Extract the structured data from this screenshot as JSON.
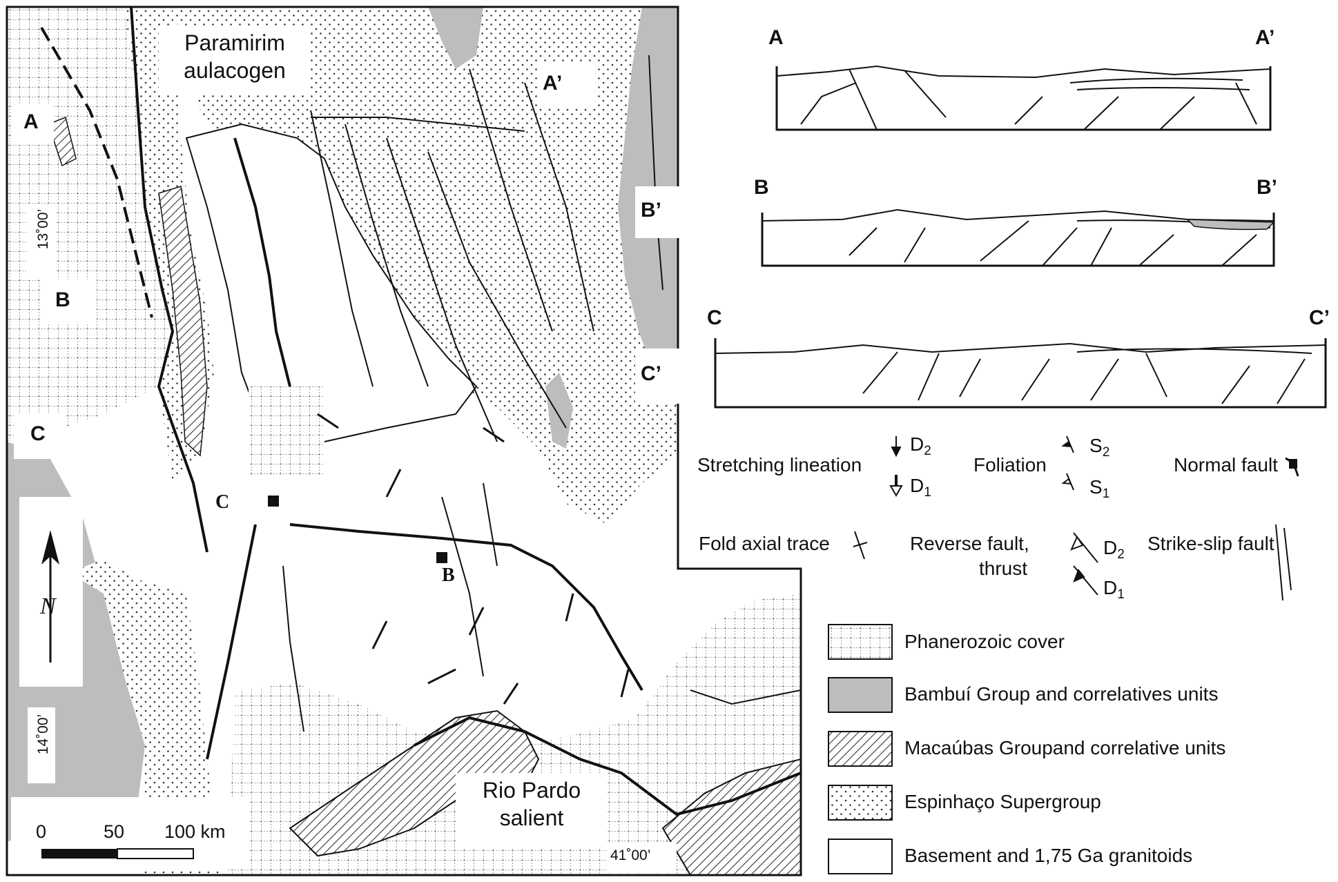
{
  "map": {
    "regions": {
      "paramirim": [
        "Paramirim",
        "aulacogen"
      ],
      "rio_pardo": [
        "Rio Pardo",
        "salient"
      ]
    },
    "section_ends": {
      "a": "A",
      "a_prime": "A’",
      "b": "B",
      "b_prime": "B’",
      "c": "C",
      "c_prime": "C’"
    },
    "sites": {
      "c": "C",
      "b": "B"
    },
    "coordinates": {
      "lat_13": "13˚00’",
      "lat_14": "14˚00’",
      "lon_41": "41˚00’"
    },
    "north_arrow": "N",
    "scale_bar": {
      "zero": "0",
      "mid": "50",
      "max": "100 km"
    }
  },
  "sections": [
    {
      "left": "A",
      "right": "A’"
    },
    {
      "left": "B",
      "right": "B’"
    },
    {
      "left": "C",
      "right": "C’"
    }
  ],
  "legend": {
    "stretching_lineation": "Stretching lineation",
    "d2": "D",
    "d2_sub": "2",
    "d1": "D",
    "d1_sub": "1",
    "foliation": "Foliation",
    "s2": "S",
    "s2_sub": "2",
    "s1": "S",
    "s1_sub": "1",
    "normal_fault": "Normal fault",
    "fold_axial_trace": "Fold axial trace",
    "reverse_fault_1": "Reverse fault,",
    "reverse_fault_2": "thrust",
    "rd2": "D",
    "rd2_sub": "2",
    "rd1": "D",
    "rd1_sub": "1",
    "strike_slip_fault": "Strike-slip fault",
    "units": [
      "Phanerozoic cover",
      "Bambuí Group and correlatives units",
      "Macaúbas Groupand correlative units",
      "Espinhaço Supergroup",
      "Basement and 1,75 Ga granitoids"
    ]
  },
  "colors": {
    "grey_unit": "#bdbdbd",
    "line": "#111111",
    "background": "#ffffff"
  }
}
